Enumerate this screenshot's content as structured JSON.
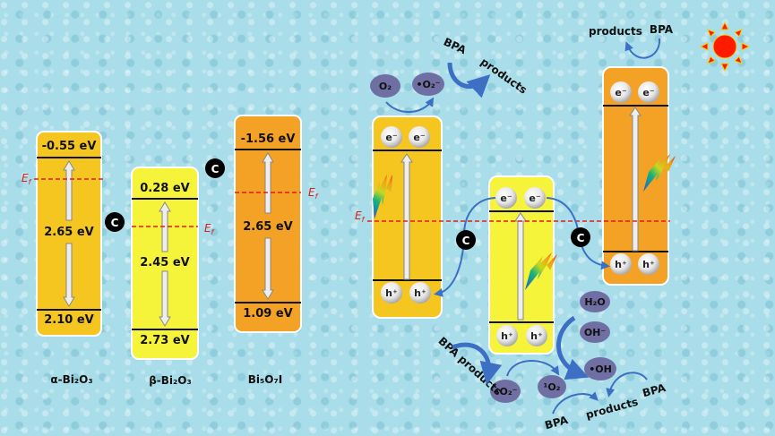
{
  "fermi_level": {
    "main": "E",
    "sub": "f"
  },
  "junction_label": "C",
  "left_panel": {
    "alpha": {
      "name": "α-Bi₂O₃",
      "cb": "-0.55 eV",
      "gap": "2.65 eV",
      "vb": "2.10 eV"
    },
    "beta": {
      "name": "β-Bi₂O₃",
      "cb": "0.28 eV",
      "gap": "2.45 eV",
      "vb": "2.73 eV"
    },
    "bi5o7i": {
      "name": "Bi₅O₇I",
      "cb": "-1.56 eV",
      "gap": "2.65 eV",
      "vb": "1.09 eV"
    }
  },
  "carriers": {
    "electron": "e⁻",
    "hole": "h⁺"
  },
  "species": {
    "o2": "O₂",
    "superoxide": "•O₂⁻",
    "h2o": "H₂O",
    "hydroxide": "OH⁻",
    "hydroxyl_radical": "•OH",
    "singlet_oxygen": "¹O₂"
  },
  "reactions": {
    "bpa": "BPA",
    "products": "products",
    "bpa_products": "BPA products"
  },
  "colors": {
    "alpha_box": "#f4c61f",
    "beta_box": "#f5f43a",
    "bi5o7i_box": "#f3a226",
    "fermi_line": "#e21b1b",
    "arrow_blue": "#3d6fc4",
    "cloud": "#6f6fa3",
    "sun": "#ff1a00"
  }
}
